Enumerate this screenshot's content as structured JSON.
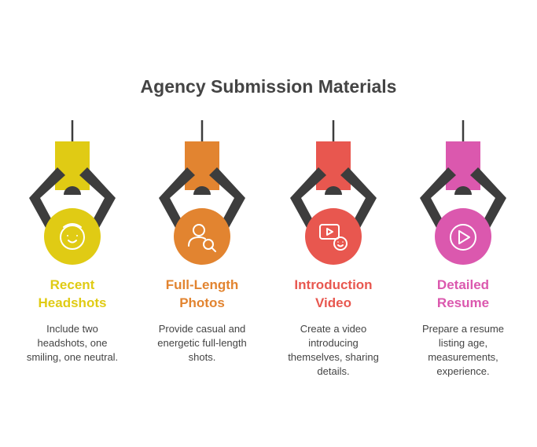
{
  "title": "Agency Submission Materials",
  "colors": {
    "claw": "#3d3d3d",
    "text": "#444444"
  },
  "items": [
    {
      "title_lines": [
        "Recent",
        "Headshots"
      ],
      "desc_lines": [
        "Include two",
        "headshots, one",
        "smiling, one neutral."
      ],
      "color": "#E0CB14",
      "icon": "face-icon"
    },
    {
      "title_lines": [
        "Full-Length",
        "Photos"
      ],
      "desc_lines": [
        "Provide casual and",
        "energetic full-length",
        "shots."
      ],
      "color": "#E28430",
      "icon": "person-search-icon"
    },
    {
      "title_lines": [
        "Introduction",
        "Video"
      ],
      "desc_lines": [
        "Create a video",
        "introducing",
        "themselves, sharing",
        "details."
      ],
      "color": "#E8574F",
      "icon": "video-avatar-icon"
    },
    {
      "title_lines": [
        "Detailed",
        "Resume"
      ],
      "desc_lines": [
        "Prepare a resume",
        "listing age,",
        "measurements,",
        "experience."
      ],
      "color": "#DB58AE",
      "icon": "play-icon"
    }
  ]
}
